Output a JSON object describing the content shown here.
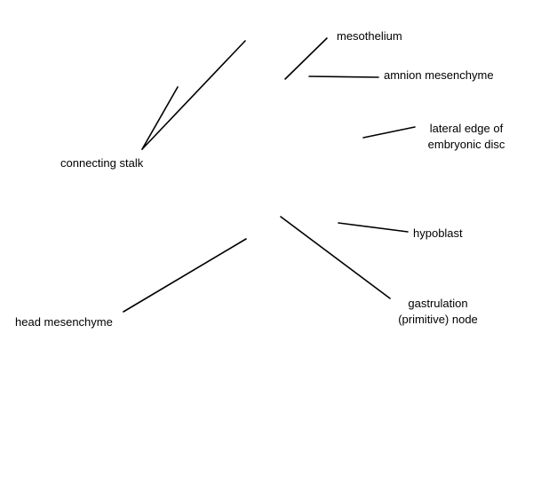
{
  "labels": {
    "mesothelium": "mesothelium",
    "amnion_mesenchyme": "amnion mesenchyme",
    "lateral_edge_line1": "lateral edge of",
    "lateral_edge_line2": "embryonic disc",
    "connecting_stalk": "connecting stalk",
    "hypoblast": "hypoblast",
    "gastrulation_line1": "gastrulation",
    "gastrulation_line2": "(primitive) node",
    "head_mesenchyme": "head mesenchyme"
  },
  "colors": {
    "background": "#ffffff",
    "line": "#000000",
    "text": "#000000"
  }
}
